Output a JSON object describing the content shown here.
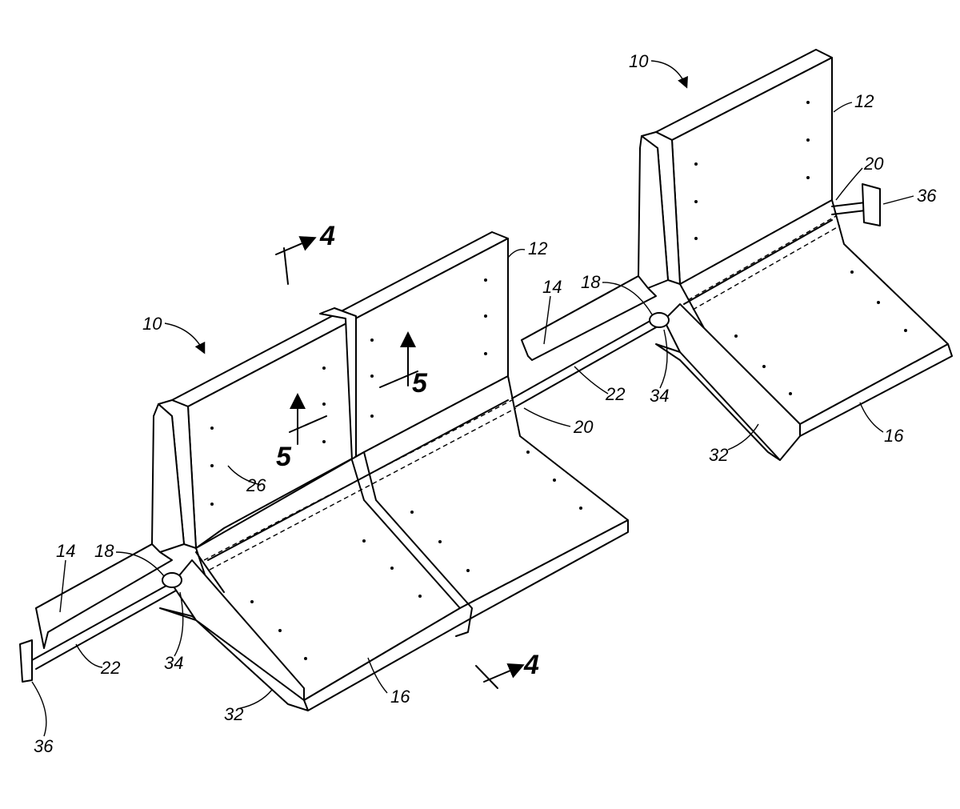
{
  "refs": {
    "r10a": "10",
    "r10b": "10",
    "r12a": "12",
    "r12b": "12",
    "r14a": "14",
    "r14b": "14",
    "r16a": "16",
    "r16b": "16",
    "r18a": "18",
    "r18b": "18",
    "r20a": "20",
    "r20b": "20",
    "r22a": "22",
    "r22b": "22",
    "r26": "26",
    "r32a": "32",
    "r32b": "32",
    "r34a": "34",
    "r34b": "34",
    "r36a": "36",
    "r36b": "36"
  },
  "sections": {
    "s4a": "4",
    "s4b": "4",
    "s5a": "5",
    "s5b": "5"
  }
}
